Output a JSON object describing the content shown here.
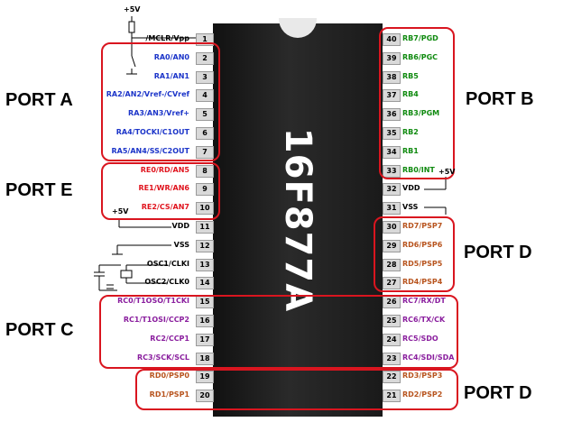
{
  "chip": {
    "name": "16F877A"
  },
  "colors": {
    "porta": "#1c35c9",
    "portb": "#0f8a0f",
    "porte": "#e0141e",
    "portc": "#8a1e9e",
    "portd": "#b8541e",
    "power": "#000000",
    "box": "#d9151f"
  },
  "pins_left": [
    {
      "num": "1",
      "label": "/MCLR/Vpp",
      "port": "power"
    },
    {
      "num": "2",
      "label": "RA0/AN0",
      "port": "porta"
    },
    {
      "num": "3",
      "label": "RA1/AN1",
      "port": "porta"
    },
    {
      "num": "4",
      "label": "RA2/AN2/Vref-/CVref",
      "port": "porta"
    },
    {
      "num": "5",
      "label": "RA3/AN3/Vref+",
      "port": "porta"
    },
    {
      "num": "6",
      "label": "RA4/TOCKI/C1OUT",
      "port": "porta"
    },
    {
      "num": "7",
      "label": "RA5/AN4/SS/C2OUT",
      "port": "porta"
    },
    {
      "num": "8",
      "label": "RE0/RD/AN5",
      "port": "porte"
    },
    {
      "num": "9",
      "label": "RE1/WR/AN6",
      "port": "porte"
    },
    {
      "num": "10",
      "label": "RE2/CS/AN7",
      "port": "porte"
    },
    {
      "num": "11",
      "label": "VDD",
      "port": "power"
    },
    {
      "num": "12",
      "label": "VSS",
      "port": "power"
    },
    {
      "num": "13",
      "label": "OSC1/CLKI",
      "port": "power"
    },
    {
      "num": "14",
      "label": "OSC2/CLK0",
      "port": "power"
    },
    {
      "num": "15",
      "label": "RC0/T1OSO/T1CKI",
      "port": "portc"
    },
    {
      "num": "16",
      "label": "RC1/T1OSI/CCP2",
      "port": "portc"
    },
    {
      "num": "17",
      "label": "RC2/CCP1",
      "port": "portc"
    },
    {
      "num": "18",
      "label": "RC3/SCK/SCL",
      "port": "portc"
    },
    {
      "num": "19",
      "label": "RD0/PSP0",
      "port": "portd"
    },
    {
      "num": "20",
      "label": "RD1/PSP1",
      "port": "portd"
    }
  ],
  "pins_right": [
    {
      "num": "40",
      "label": "RB7/PGD",
      "port": "portb"
    },
    {
      "num": "39",
      "label": "RB6/PGC",
      "port": "portb"
    },
    {
      "num": "38",
      "label": "RB5",
      "port": "portb"
    },
    {
      "num": "37",
      "label": "RB4",
      "port": "portb"
    },
    {
      "num": "36",
      "label": "RB3/PGM",
      "port": "portb"
    },
    {
      "num": "35",
      "label": "RB2",
      "port": "portb"
    },
    {
      "num": "34",
      "label": "RB1",
      "port": "portb"
    },
    {
      "num": "33",
      "label": "RB0/INT",
      "port": "portb"
    },
    {
      "num": "32",
      "label": "VDD",
      "port": "power"
    },
    {
      "num": "31",
      "label": "VSS",
      "port": "power"
    },
    {
      "num": "30",
      "label": "RD7/PSP7",
      "port": "portd"
    },
    {
      "num": "29",
      "label": "RD6/PSP6",
      "port": "portd"
    },
    {
      "num": "28",
      "label": "RD5/PSP5",
      "port": "portd"
    },
    {
      "num": "27",
      "label": "RD4/PSP4",
      "port": "portd"
    },
    {
      "num": "26",
      "label": "RC7/RX/DT",
      "port": "portc"
    },
    {
      "num": "25",
      "label": "RC6/TX/CK",
      "port": "portc"
    },
    {
      "num": "24",
      "label": "RC5/SDO",
      "port": "portc"
    },
    {
      "num": "23",
      "label": "RC4/SDI/SDA",
      "port": "portc"
    },
    {
      "num": "22",
      "label": "RD3/PSP3",
      "port": "portd"
    },
    {
      "num": "21",
      "label": "RD2/PSP2",
      "port": "portd"
    }
  ],
  "port_labels": {
    "a": "PORT A",
    "b": "PORT B",
    "e": "PORT E",
    "d1": "PORT D",
    "c": "PORT C",
    "d2": "PORT D"
  },
  "supply": {
    "top": "+5V",
    "left": "+5V",
    "right": "+5V"
  }
}
